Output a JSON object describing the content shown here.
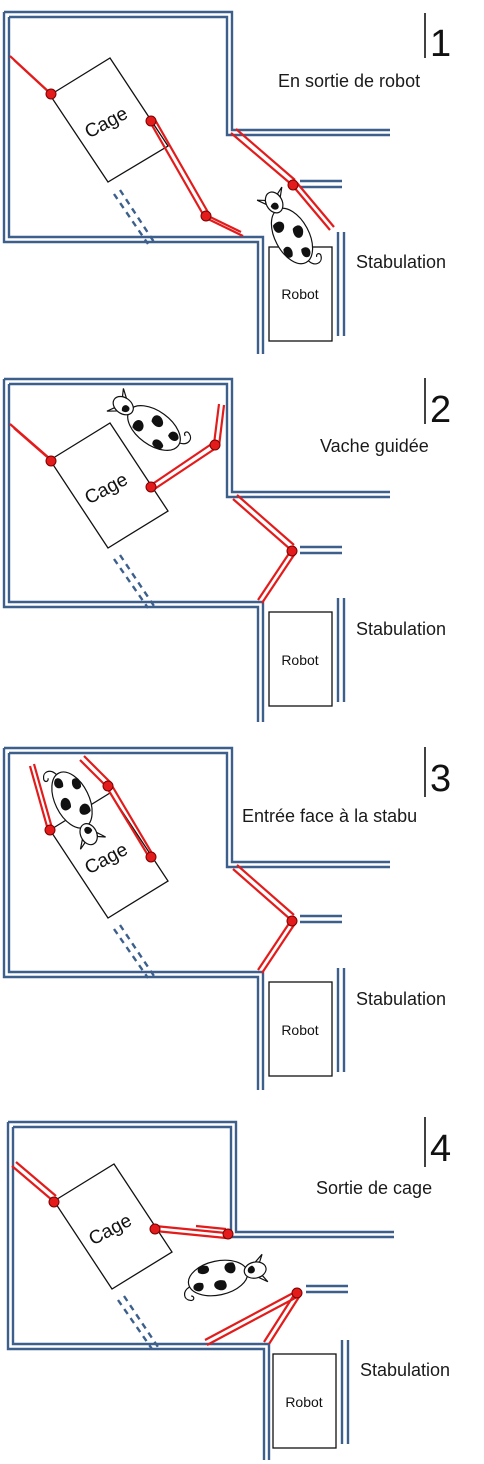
{
  "palette": {
    "wall": "#3c5f8c",
    "gate": "#e31b1b",
    "pivot": "#e31b1b"
  },
  "panels": [
    {
      "number": "1",
      "caption": "En sortie de robot",
      "cage_label": "Cage",
      "robot_label": "Robot",
      "area_label": "Stabulation"
    },
    {
      "number": "2",
      "caption": "Vache guidée",
      "cage_label": "Cage",
      "robot_label": "Robot",
      "area_label": "Stabulation"
    },
    {
      "number": "3",
      "caption": "Entrée face à la stabu",
      "cage_label": "Cage",
      "robot_label": "Robot",
      "area_label": "Stabulation"
    },
    {
      "number": "4",
      "caption": "Sortie de cage",
      "cage_label": "Cage",
      "robot_label": "Robot",
      "area_label": "Stabulation"
    }
  ]
}
